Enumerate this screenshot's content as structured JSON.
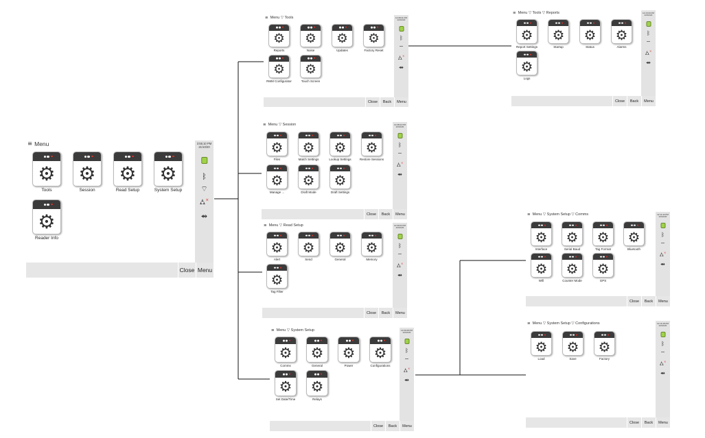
{
  "screens": [
    {
      "id": "menu",
      "title": "Menu",
      "time": "3:55:10 PM",
      "date": "21/10/20",
      "items": [
        "Tools",
        "Session",
        "Read Setup",
        "System Setup",
        "Reader Info"
      ],
      "buttons": [
        "Close",
        "Menu"
      ]
    },
    {
      "id": "tools",
      "title": "Menu ▽ Tools",
      "time": "12:08:41 PM",
      "date": "22/10/20",
      "items": [
        "Reports",
        "Noise",
        "Updates",
        "Factory Reset",
        "RMM Configurator",
        "Touch Screen"
      ],
      "buttons": [
        "Close",
        "Back",
        "Menu"
      ]
    },
    {
      "id": "session",
      "title": "Menu ▽ Session",
      "time": "12:08:22 PM",
      "date": "22/10/20",
      "items": [
        "Files",
        "Match Settings",
        "Lookup Settings",
        "Restore Sessions",
        "Manage ...",
        "Draft Mode",
        "Draft Settings"
      ],
      "buttons": [
        "Close",
        "Back",
        "Menu"
      ]
    },
    {
      "id": "readsetup",
      "title": "Menu ▽ Read Setup",
      "time": "12:09:03 PM",
      "date": "22/10/20",
      "items": [
        "Alert",
        "Send",
        "General",
        "Memory",
        "Tag Filter"
      ],
      "buttons": [
        "Close",
        "Back",
        "Menu"
      ]
    },
    {
      "id": "systemsetup",
      "title": "Menu ▽ System Setup",
      "time": "12:09:28 PM",
      "date": "22/10/20",
      "items": [
        "Comms",
        "General",
        "Power",
        "Configurations",
        "Set Date/Time",
        "Relays"
      ],
      "buttons": [
        "Close",
        "Back",
        "Menu"
      ]
    },
    {
      "id": "reports",
      "title": "Menu ▽ Tools ▽ Reports",
      "time": "12:16:00 PM",
      "date": "22/10/20",
      "items": [
        "Report Settings",
        "Startup",
        "Status",
        "Alarms",
        "Logs"
      ],
      "buttons": [
        "Close",
        "Back",
        "Menu"
      ]
    },
    {
      "id": "comms",
      "title": "Menu ▽ System Setup ▽ Comms",
      "time": "12:11:43 PM",
      "date": "22/10/20",
      "items": [
        "Interface",
        "Serial Baud",
        "Tag Format",
        "Bluetooth",
        "Wifi",
        "Counter Mode",
        "GPS"
      ],
      "buttons": [
        "Close",
        "Back",
        "Menu"
      ]
    },
    {
      "id": "configurations",
      "title": "Menu ▽ System Setup ▽ Configurations",
      "time": "12:16:18 PM",
      "date": "22/10/20",
      "items": [
        "Load",
        "Save",
        "Factory"
      ],
      "buttons": [
        "Close",
        "Back",
        "Menu"
      ]
    }
  ],
  "icons": {
    "menu": "menu-icon",
    "tile": "gear-icon",
    "battery": "battery-icon",
    "bluetooth": "bluetooth-icon",
    "wifi": "wifi-icon",
    "satellite": "satellite-icon",
    "usb": "usb-icon"
  },
  "colors": {
    "tile_header": "#3b3b3b",
    "status_dot": "#d9322b",
    "battery": "#9fd24a",
    "bar": "#e3e3e3"
  }
}
